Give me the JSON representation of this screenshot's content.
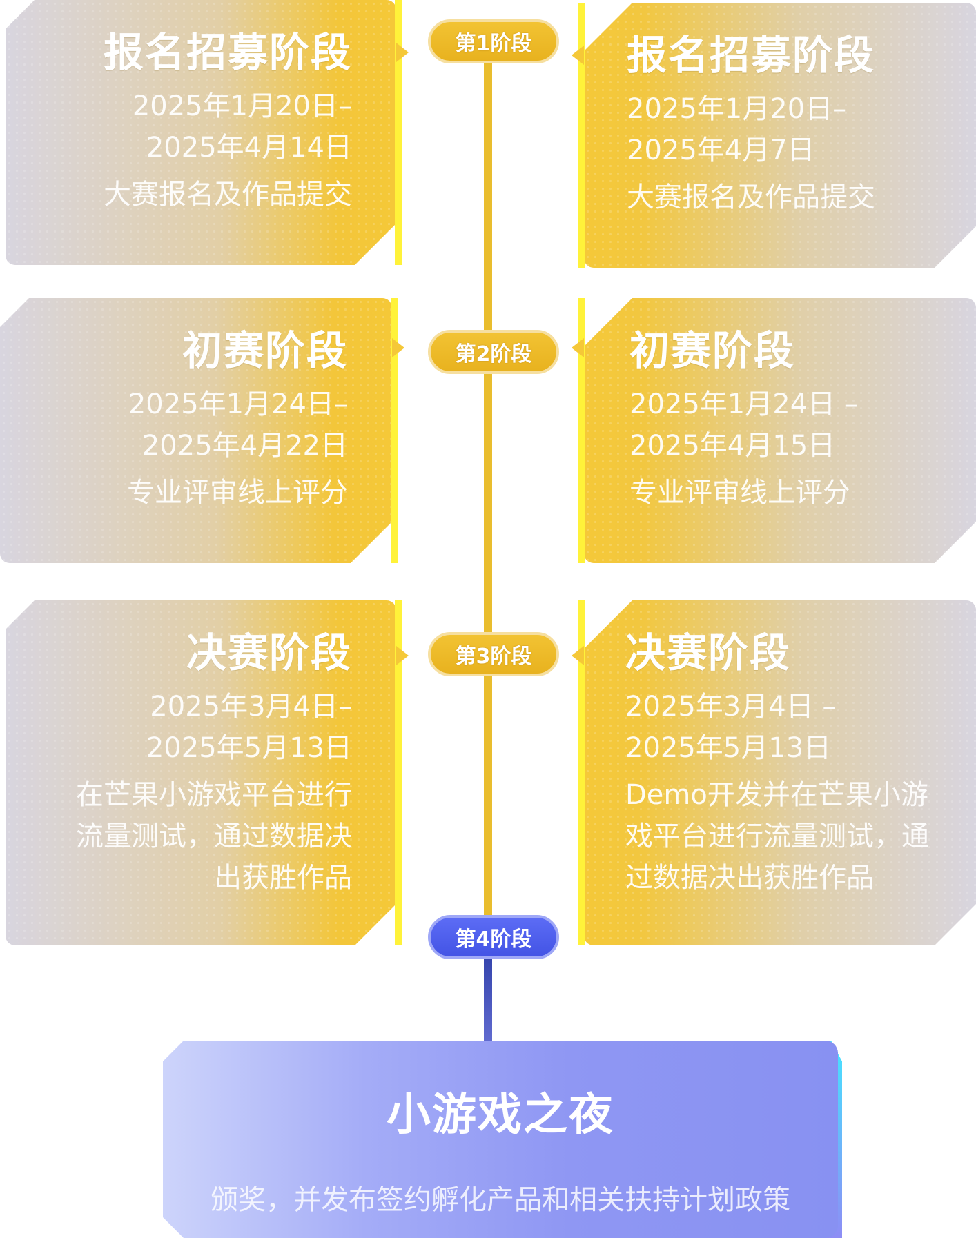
{
  "stages": [
    {
      "badge": "第1阶段"
    },
    {
      "badge": "第2阶段"
    },
    {
      "badge": "第3阶段"
    },
    {
      "badge": "第4阶段"
    }
  ],
  "left_cards": [
    {
      "title": "报名招募阶段",
      "date1": "2025年1月20日–",
      "date2": "2025年4月14日",
      "desc": "大赛报名及作品提交"
    },
    {
      "title": "初赛阶段",
      "date1": "2025年1月24日–",
      "date2": "2025年4月22日",
      "desc": "专业评审线上评分"
    },
    {
      "title": "决赛阶段",
      "date1": "2025年3月4日–",
      "date2": "2025年5月13日",
      "desc_lines": [
        "在芒果小游戏平台进行",
        "流量测试，通过数据决",
        "出获胜作品"
      ]
    }
  ],
  "right_cards": [
    {
      "title": "报名招募阶段",
      "date1": "2025年1月20日–",
      "date2": "2025年4月7日",
      "desc": "大赛报名及作品提交"
    },
    {
      "title": "初赛阶段",
      "date1": "2025年1月24日 –",
      "date2": "2025年4月15日",
      "desc": "专业评审线上评分"
    },
    {
      "title": "决赛阶段",
      "date1": "2025年3月4日 –",
      "date2": "2025年5月13日",
      "desc_lines": [
        "Demo开发并在芒果小游",
        "戏平台进行流量测试，通",
        "过数据决出获胜作品"
      ]
    }
  ],
  "finale": {
    "title": "小游戏之夜",
    "desc": "颁奖，并发布签约孵化产品和相关扶持计划政策"
  },
  "colors": {
    "gold": "#f5c838",
    "accent_yellow": "#fff23a",
    "blue": "#4f5ff0",
    "finale": "#8f97f3"
  }
}
